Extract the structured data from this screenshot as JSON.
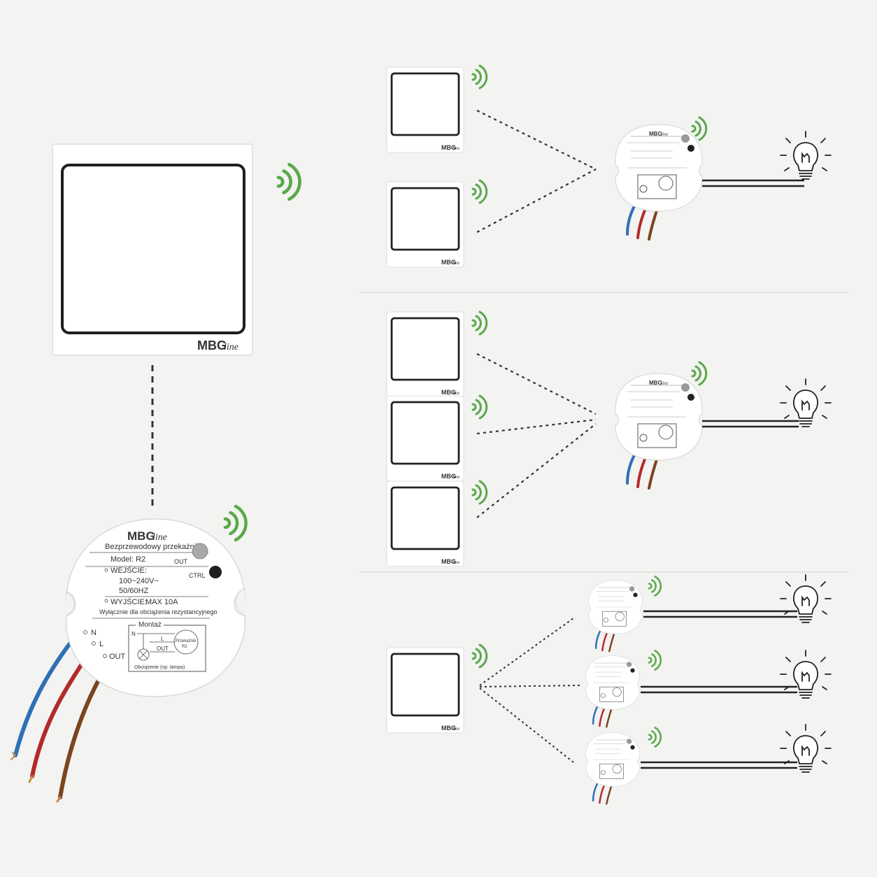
{
  "brand": {
    "prefix": "MBG",
    "suffix": "line"
  },
  "relay": {
    "title": "Bezprzewodowy przekaźnik",
    "model": "Model: R2",
    "out_label": "OUT",
    "ctrl_label": "CTRL",
    "input_label": "WEJŚCIE:",
    "input_voltage": "100~240V~",
    "input_freq": "50/60HZ",
    "output_label": "WYJŚCIE:",
    "output_value": "MAX 10A",
    "note": "Wyłącznie dla obciążenia rezystancyjnego",
    "terminal_n": "N",
    "terminal_l": "L",
    "terminal_out": "OUT",
    "mount_title": "Montaż",
    "mount_n": "N",
    "mount_l": "L",
    "mount_out": "OUT",
    "mount_relay": "Przekaźnik",
    "mount_relay_model": "R2",
    "mount_load": "Obciążenie (np. lampa)"
  },
  "colors": {
    "signal": "#5aa84a",
    "wire_blue": "#2f6fb5",
    "wire_red": "#b32a2a",
    "wire_brown": "#7a4520",
    "copper": "#c98a4a",
    "frame": "#222222",
    "background": "#f3f3f2"
  },
  "icons": [
    "wifi-signal-icon",
    "lightbulb-icon"
  ]
}
